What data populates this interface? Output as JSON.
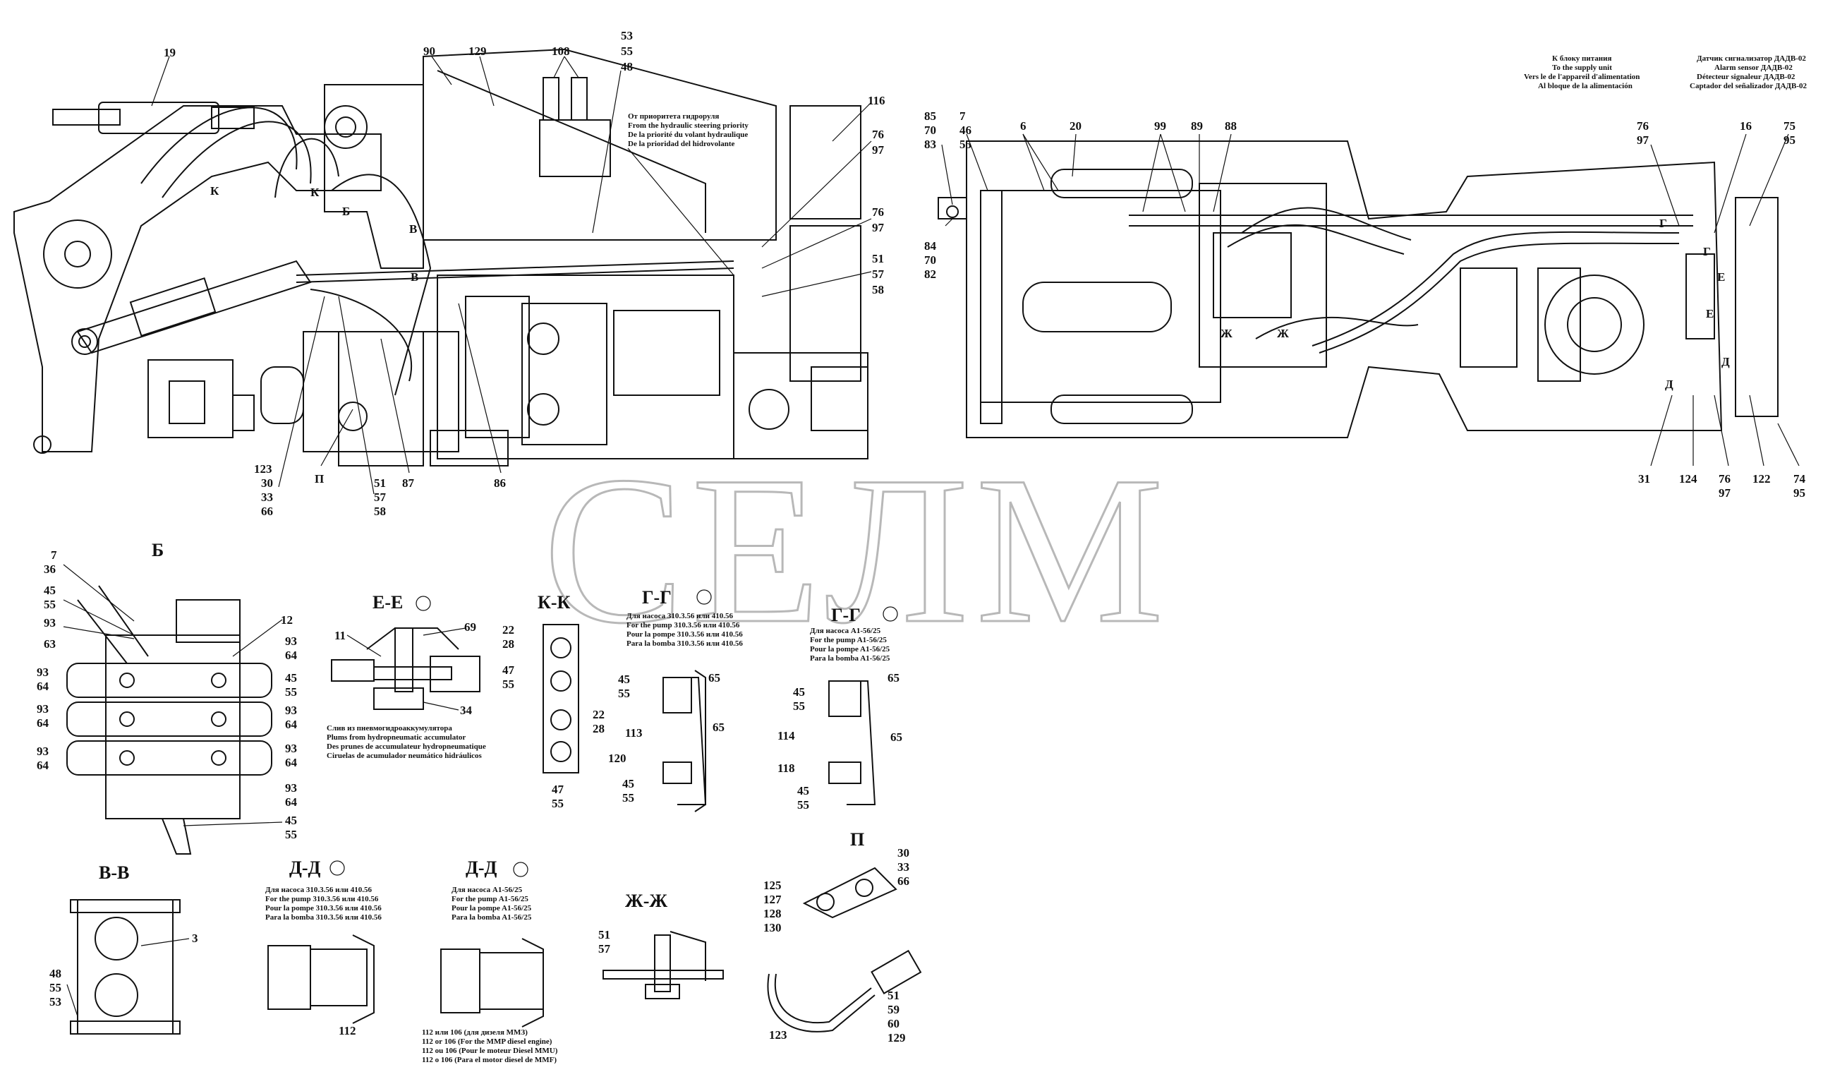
{
  "watermark": "СЕЛМ",
  "callouts": {
    "left_top": [
      "19",
      "90",
      "129",
      "108",
      "53",
      "55",
      "48",
      "116",
      "76",
      "97",
      "76",
      "97",
      "51",
      "57",
      "58"
    ],
    "left_bottom": [
      "123",
      "30",
      "33",
      "66",
      "П",
      "51",
      "57",
      "58",
      "87",
      "86"
    ],
    "left_markers": [
      "К",
      "К",
      "Б",
      "В",
      "В"
    ],
    "right_top": [
      "85",
      "70",
      "83",
      "7",
      "46",
      "55",
      "6",
      "20",
      "99",
      "89",
      "88",
      "76",
      "97",
      "16",
      "75",
      "95"
    ],
    "right_left_stack": [
      "84",
      "70",
      "82"
    ],
    "right_bottom": [
      "31",
      "124",
      "76",
      "97",
      "122",
      "74",
      "95"
    ],
    "right_markers": [
      "Ж",
      "Ж",
      "Г",
      "Г",
      "Е",
      "Е",
      "Д",
      "Д"
    ]
  },
  "notes": {
    "steering_priority": [
      "От приоритета гидроруля",
      "From the hydraulic steering priority",
      "De la priorité du volant hydraulique",
      "De la prioridad del hidrovolante"
    ],
    "supply_unit": [
      "К блоку питания",
      "To the supply unit",
      "Vers le de l'appareil d'alimentation",
      "Al bloque de la alimentación"
    ],
    "alarm_sensor": [
      "Датчик сигнализатор ДАДВ-02",
      "Alarm sensor ДАДВ-02",
      "Détecteur signaleur ДАДВ-02",
      "Captador del señalizador ДАДВ-02"
    ]
  },
  "views": {
    "b": {
      "title": "Б",
      "labels_left": [
        "7",
        "36",
        "45",
        "55",
        "93",
        "63",
        "93",
        "64",
        "93",
        "64",
        "93",
        "64"
      ],
      "labels_right": [
        "12",
        "93",
        "64",
        "45",
        "55",
        "93",
        "64",
        "93",
        "64",
        "93",
        "64",
        "45",
        "55"
      ]
    },
    "ee": {
      "title": "Е-Е",
      "labels": [
        "11",
        "69",
        "34"
      ],
      "note": [
        "Слив из пневмогидроаккумулятора",
        "Plums from hydropneumatic accumulator",
        "Des prunes de accumulateur hydropneumatique",
        "Ciruelas de acumulador neumático hidráulicos"
      ]
    },
    "kk": {
      "title": "К-К",
      "labels": [
        "22",
        "28",
        "47",
        "55",
        "22",
        "28",
        "47",
        "55"
      ]
    },
    "gg1": {
      "title": "Г-Г",
      "note": [
        "Для насоса 310.3.56 или 410.56",
        "For the pump 310.3.56 или 410.56",
        "Pour la pompe 310.3.56 или 410.56",
        "Para la bomba 310.3.56 или 410.56"
      ],
      "labels": [
        "45",
        "55",
        "65",
        "65",
        "113",
        "120",
        "45",
        "55"
      ]
    },
    "gg2": {
      "title": "Г-Г",
      "note": [
        "Для насоса А1-56/25",
        "For the pump A1-56/25",
        "Pour la pompe A1-56/25",
        "Para la bomba A1-56/25"
      ],
      "labels": [
        "45",
        "55",
        "65",
        "114",
        "65",
        "118",
        "45",
        "55"
      ]
    },
    "vv": {
      "title": "В-В",
      "labels": [
        "3",
        "48",
        "55",
        "53"
      ]
    },
    "dd1": {
      "title": "Д-Д",
      "note": [
        "Для насоса 310.3.56 или 410.56",
        "For the pump 310.3.56 или 410.56",
        "Pour la pompe 310.3.56 или 410.56",
        "Para la bomba 310.3.56 или 410.56"
      ],
      "labels": [
        "112"
      ]
    },
    "dd2": {
      "title": "Д-Д",
      "note": [
        "Для насоса А1-56/25",
        "For the pump A1-56/25",
        "Pour la pompe A1-56/25",
        "Para la bomba A1-56/25"
      ],
      "bottom_note": [
        "112 или 106 (для дизеля ММЗ)",
        "112 or 106 (For the MMP diesel engine)",
        "112 ou 106 (Pour le moteur Diesel MMU)",
        "112 o 106 (Para el motor diesel de MMF)"
      ]
    },
    "zhzh": {
      "title": "Ж-Ж",
      "labels": [
        "51",
        "57"
      ]
    },
    "p": {
      "title": "П",
      "labels_top": [
        "30",
        "33",
        "66"
      ],
      "labels_left": [
        "125",
        "127",
        "128",
        "130"
      ],
      "labels_bottom": [
        "123",
        "51",
        "59",
        "60",
        "129"
      ]
    }
  },
  "icons": [
    "section-circle-icon"
  ]
}
